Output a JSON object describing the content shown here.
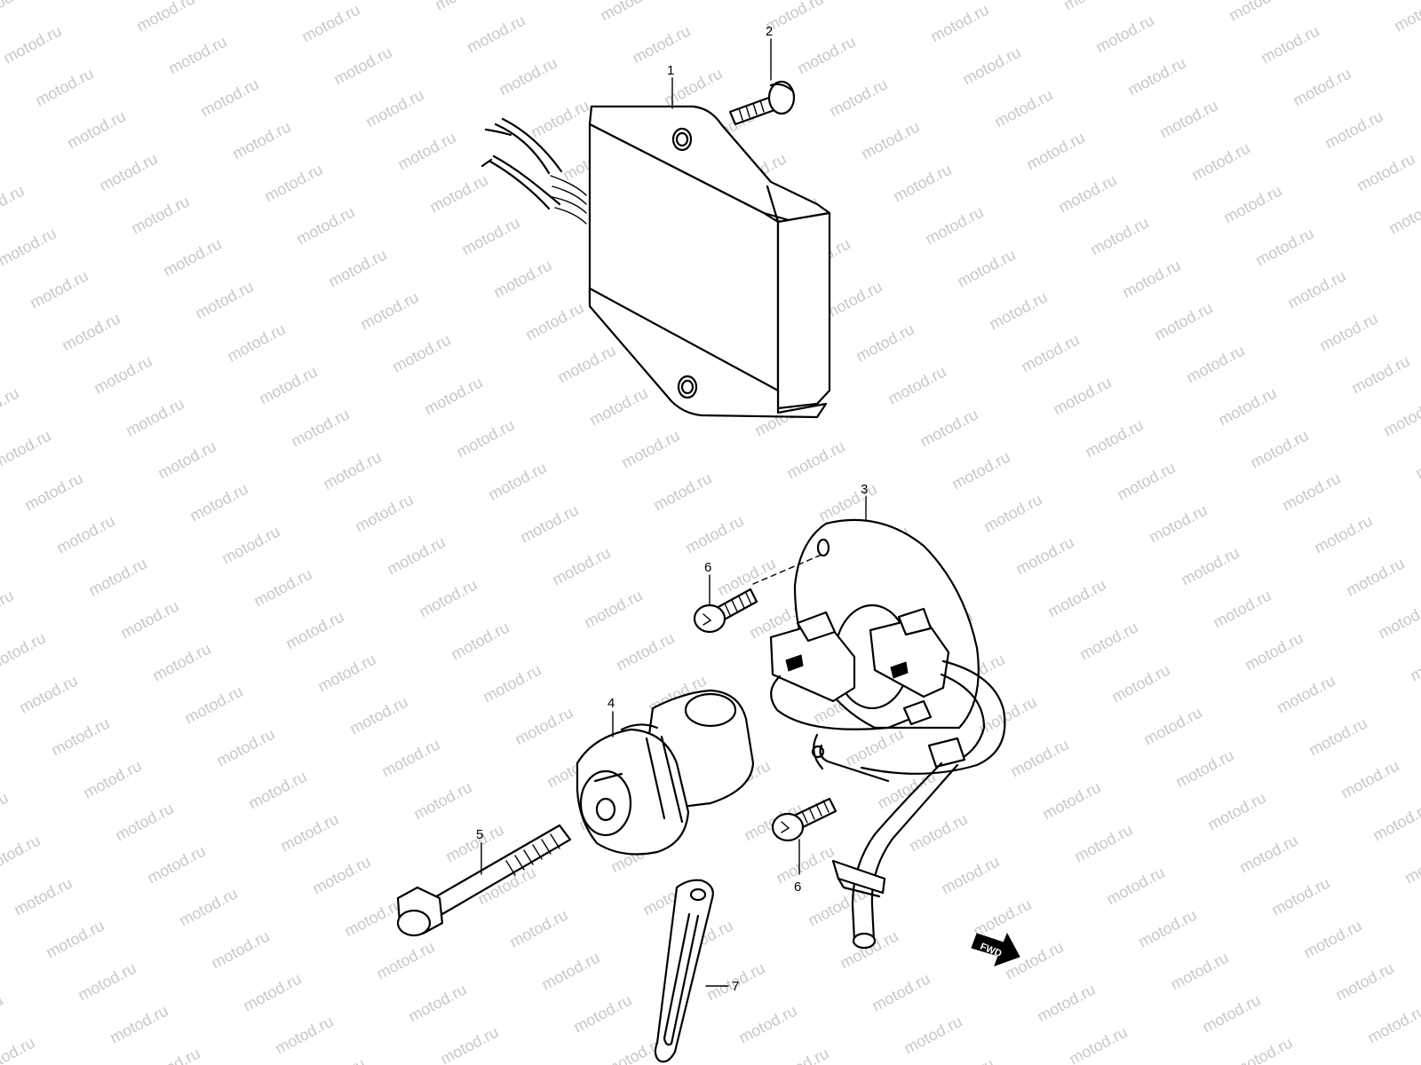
{
  "watermark": "motod.ru",
  "fwd_label": "FWD",
  "callouts": [
    {
      "id": "c1",
      "label": "1"
    },
    {
      "id": "c2",
      "label": "2"
    },
    {
      "id": "c3",
      "label": "3"
    },
    {
      "id": "c4",
      "label": "4"
    },
    {
      "id": "c5",
      "label": "5"
    },
    {
      "id": "c6a",
      "label": "6"
    },
    {
      "id": "c6b",
      "label": "6"
    },
    {
      "id": "c7",
      "label": "7"
    }
  ]
}
